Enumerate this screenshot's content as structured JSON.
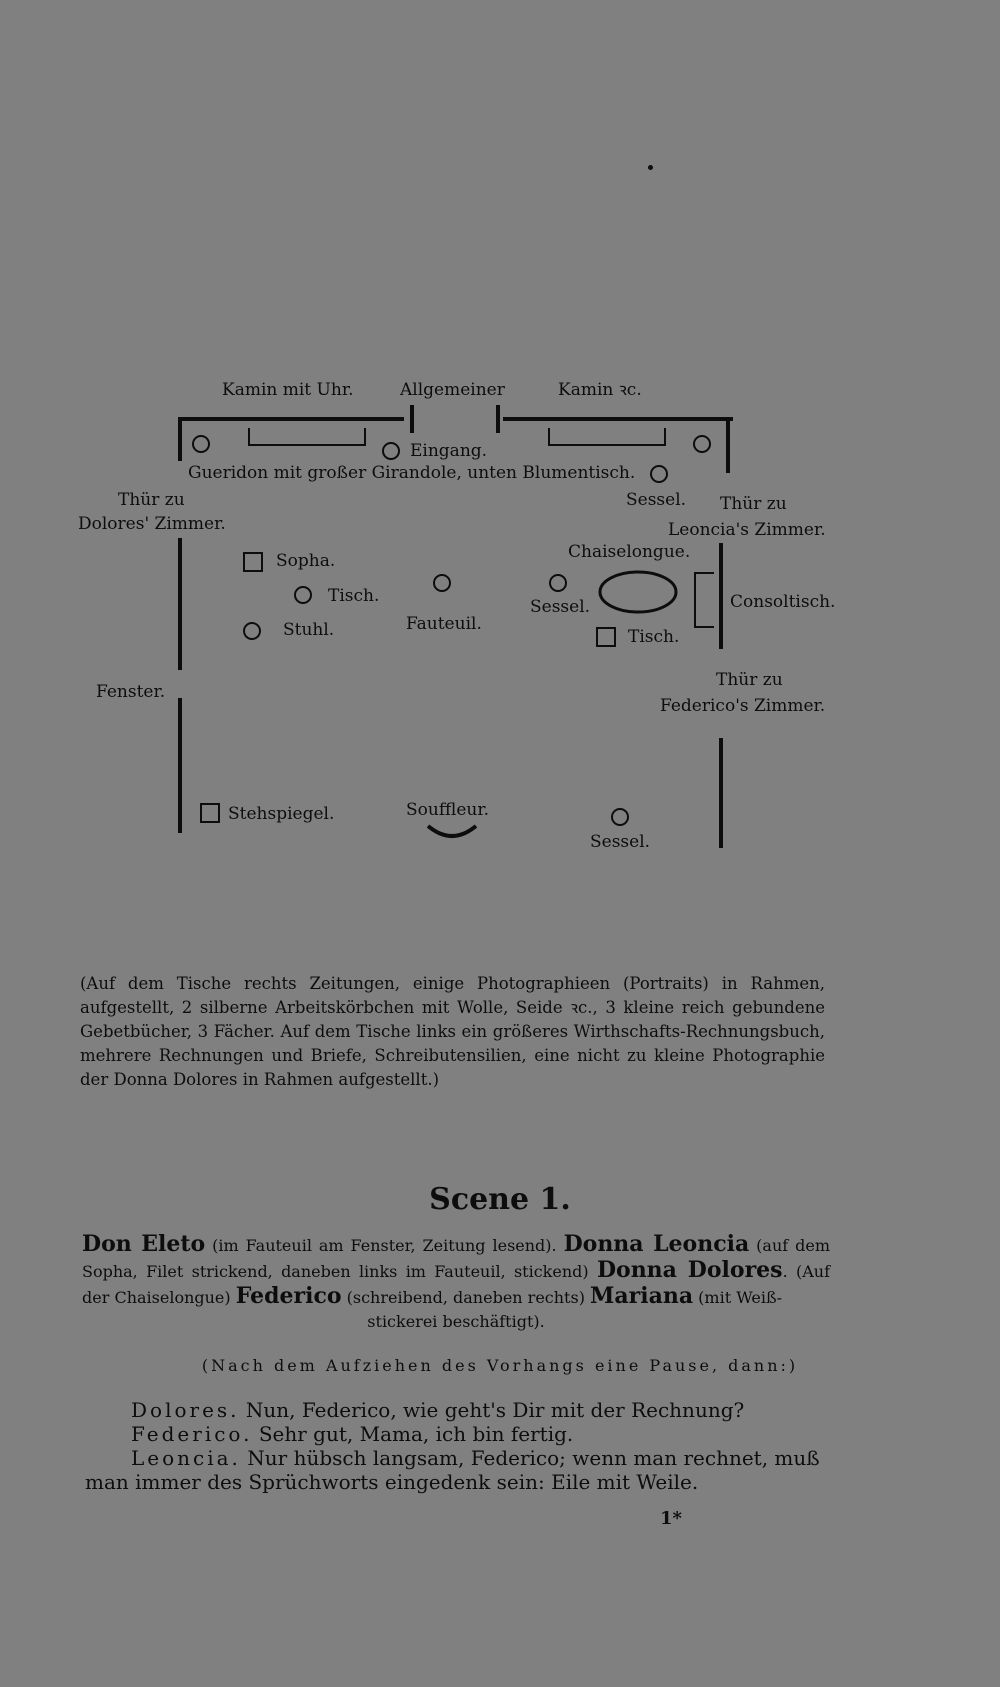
{
  "stage_plan": {
    "labels": {
      "kamin_left": "Kamin mit Uhr.",
      "allgemeiner": "Allgemeiner",
      "kamin_right": "Kamin ꝛc.",
      "eingang": "Eingang.",
      "gueridon": "Gueridon mit großer Girandole, unten Blumentisch.",
      "thuer_dolores_1": "Thür zu",
      "thuer_dolores_2": "Dolores' Zimmer.",
      "sessel_top": "Sessel.",
      "thuer_leoncia_1": "Thür zu",
      "thuer_leoncia_2": "Leoncia's Zimmer.",
      "chaiselongue": "Chaiselongue.",
      "sopha": "Sopha.",
      "tisch_left": "Tisch.",
      "stuhl": "Stuhl.",
      "fauteuil": "Fauteuil.",
      "sessel_mid": "Sessel.",
      "tisch_right": "Tisch.",
      "consoltisch": "Consoltisch.",
      "fenster": "Fenster.",
      "thuer_federico_1": "Thür zu",
      "thuer_federico_2": "Federico's Zimmer.",
      "stehspiegel": "Stehspiegel.",
      "souffleur": "Souffleur.",
      "sessel_bottom": "Sessel."
    }
  },
  "note": "(Auf dem Tische rechts Zeitungen, einige Photographieen (Portraits) in Rahmen, aufgestellt, 2 silberne Arbeitskörbchen mit Wolle, Seide ꝛc., 3 kleine reich gebundene Gebetbücher, 3 Fächer. Auf dem Tische links ein größeres Wirthschafts-Rechnungsbuch, mehrere Rechnungen und Briefe, Schreibutensilien, eine nicht zu kleine Photographie der Donna Dolores in Rahmen aufgestellt.)",
  "scene": {
    "title": "Scene 1.",
    "cast": {
      "n1": "Don Eleto",
      "d1": " (im Fauteuil am Fenster, Zeitung lesend). ",
      "n2": "Donna Leoncia",
      "d2": " (auf dem Sopha, Filet strickend, daneben links im Fauteuil, stickend) ",
      "n3": "Donna Dolores",
      "d3": ". (Auf der Chaiselongue) ",
      "n4": "Federico",
      "d4": " (schreibend, daneben rechts) ",
      "n5": "Mariana",
      "d5": " (mit Weiß-",
      "tail": "stickerei beschäftigt)."
    },
    "stage_direction": "(Nach dem Aufziehen des Vorhangs eine Pause, dann:)",
    "dialog": [
      {
        "speaker": "Dolores.",
        "text": " Nun, Federico, wie geht's Dir mit der Rechnung?"
      },
      {
        "speaker": "Federico.",
        "text": " Sehr gut, Mama, ich bin fertig."
      },
      {
        "speaker": "Leoncia.",
        "text": " Nur hübsch langsam, Federico; wenn man rechnet, muß man immer des Sprüchworts eingedenk sein: Eile mit Weile."
      }
    ]
  },
  "page_number": "1*"
}
